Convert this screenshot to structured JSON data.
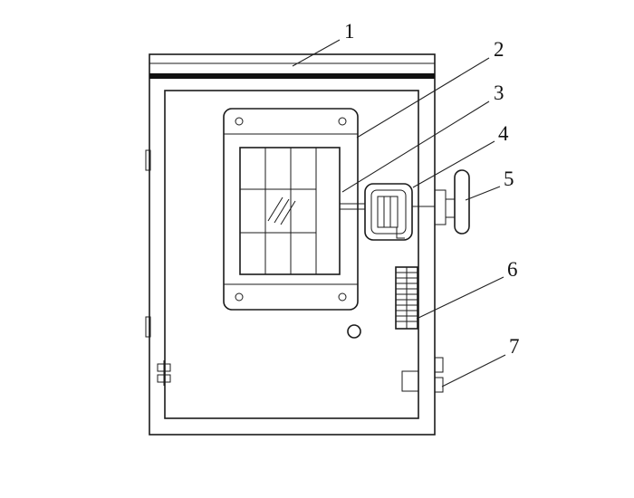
{
  "figure": {
    "callouts": [
      {
        "label": "1"
      },
      {
        "label": "2"
      },
      {
        "label": "3"
      },
      {
        "label": "4"
      },
      {
        "label": "5"
      },
      {
        "label": "6"
      },
      {
        "label": "7"
      }
    ]
  }
}
